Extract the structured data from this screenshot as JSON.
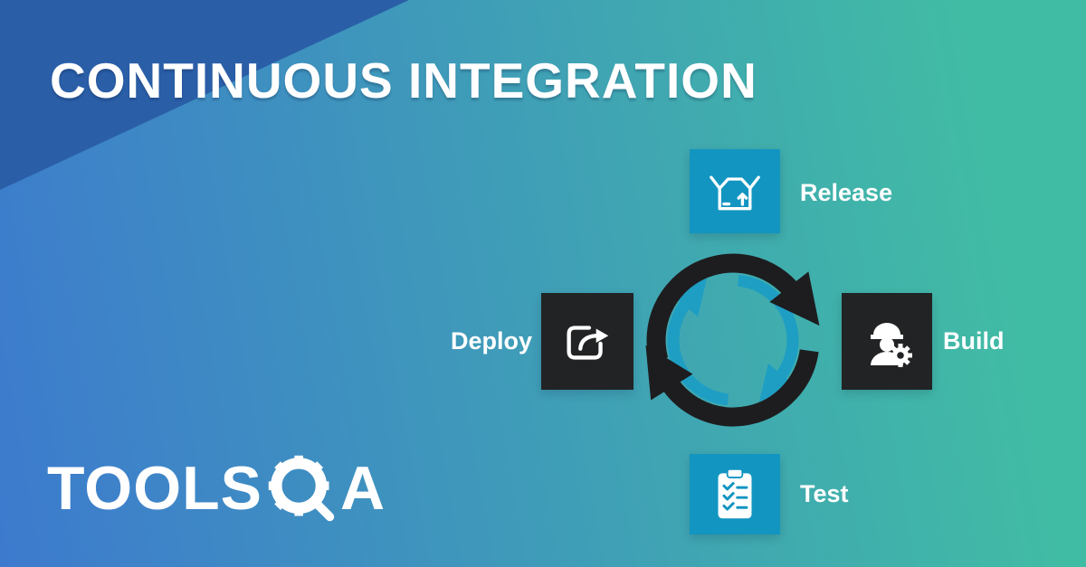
{
  "banner": {
    "title": "CONTINUOUS INTEGRATION"
  },
  "diagram": {
    "nodes": [
      {
        "id": "release",
        "label": "Release",
        "icon": "open-box-icon",
        "box_color": "#1295c1"
      },
      {
        "id": "build",
        "label": "Build",
        "icon": "worker-gear-icon",
        "box_color": "#222325"
      },
      {
        "id": "test",
        "label": "Test",
        "icon": "checklist-clipboard-icon",
        "box_color": "#1295c1"
      },
      {
        "id": "deploy",
        "label": "Deploy",
        "icon": "share-export-icon",
        "box_color": "#222325"
      }
    ],
    "cycle": {
      "direction": "clockwise",
      "arrow_styles": [
        "dark-thick",
        "teal-thin"
      ]
    }
  },
  "logo": {
    "tools": "TOOLS",
    "gear_letter": "Q",
    "a": "A"
  },
  "colors": {
    "bg_left": "#3d7ace",
    "bg_right": "#41bca4",
    "corner_triangle": "#2a5fa8",
    "teal_box": "#1295c1",
    "dark_box": "#222325",
    "arrow_dark": "#1d1d1f",
    "arrow_teal": "#1e9ec3",
    "text": "#ffffff"
  }
}
